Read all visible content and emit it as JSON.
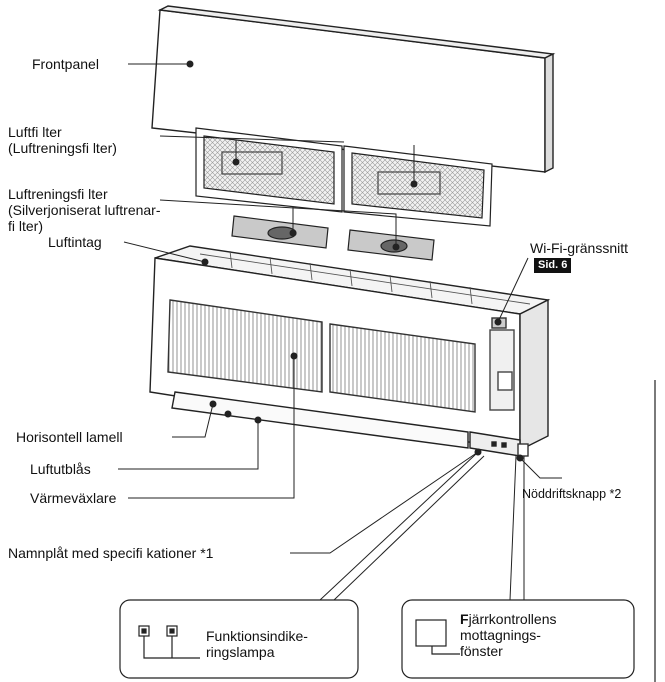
{
  "labels": {
    "frontpanel": "Frontpanel",
    "luftfilter": "Luftfi lter\n(Luftreningsfi lter)",
    "luftreningsfilter": "Luftreningsfi lter\n(Silverjoniserat luftrenar-\nfi lter)",
    "luftintag": "Luftintag",
    "wifi": "Wi-Fi-gränssnitt",
    "wifi_page": "Sid. 6",
    "horisontell": "Horisontell lamell",
    "luftutblas": "Luftutblås",
    "varmevaxlare": "Värmeväxlare",
    "noddrift": "Nöddriftsknapp *2",
    "namnplat": "Namnplåt med specifi kationer *1"
  },
  "callouts": {
    "funktion": "Funktionsindike-\nringslampa",
    "fjarr_bold": "F",
    "fjarr": "järrkontrollens\nmottagnings-\nfönster"
  },
  "colors": {
    "line": "#222222",
    "badge_bg": "#111111"
  }
}
